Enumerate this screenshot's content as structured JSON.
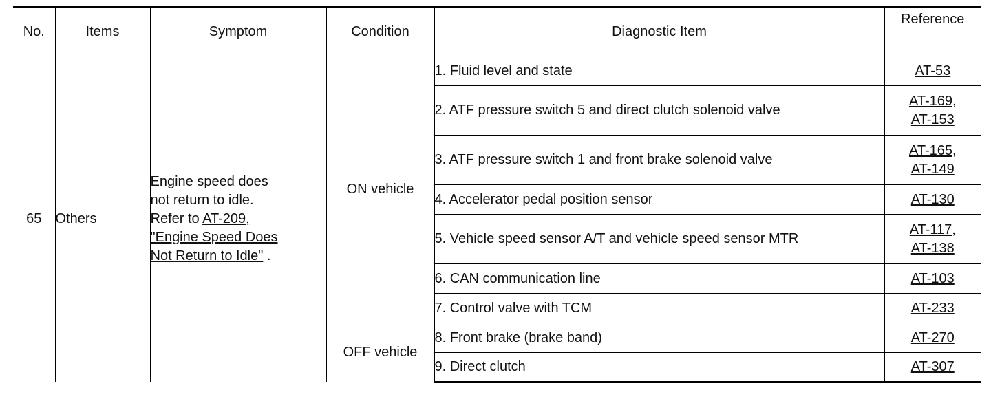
{
  "headers": {
    "no": "No.",
    "items": "Items",
    "symptom": "Symptom",
    "condition": "Condition",
    "diagnostic_item": "Diagnostic Item",
    "reference": "Reference"
  },
  "row": {
    "no": "65",
    "item": "Others",
    "symptom": {
      "line1": "Engine speed does",
      "line2": "not return to idle.",
      "line3_prefix": "Refer to ",
      "link1": "AT-209, ",
      "link2": "\"Engine Speed Does ",
      "link3": "Not Return to Idle\"",
      "suffix": " ."
    },
    "conditions": {
      "on": "ON vehicle",
      "off": "OFF vehicle"
    },
    "diagnostics": [
      {
        "text": "1. Fluid level and state",
        "refs": [
          "AT-53"
        ]
      },
      {
        "text": "2. ATF pressure switch 5 and direct clutch solenoid valve",
        "refs": [
          "AT-169",
          "AT-153"
        ]
      },
      {
        "text": "3. ATF pressure switch 1 and front brake solenoid valve",
        "refs": [
          "AT-165",
          "AT-149"
        ]
      },
      {
        "text": "4. Accelerator pedal position sensor",
        "refs": [
          "AT-130"
        ]
      },
      {
        "text": "5. Vehicle speed sensor A/T and vehicle speed sensor MTR",
        "refs": [
          "AT-117",
          "AT-138"
        ]
      },
      {
        "text": "6. CAN communication line",
        "refs": [
          "AT-103"
        ]
      },
      {
        "text": "7. Control valve with TCM",
        "refs": [
          "AT-233"
        ]
      },
      {
        "text": "8. Front brake (brake band)",
        "refs": [
          "AT-270"
        ]
      },
      {
        "text": "9. Direct clutch",
        "refs": [
          "AT-307"
        ]
      }
    ],
    "ref_separator": ","
  }
}
